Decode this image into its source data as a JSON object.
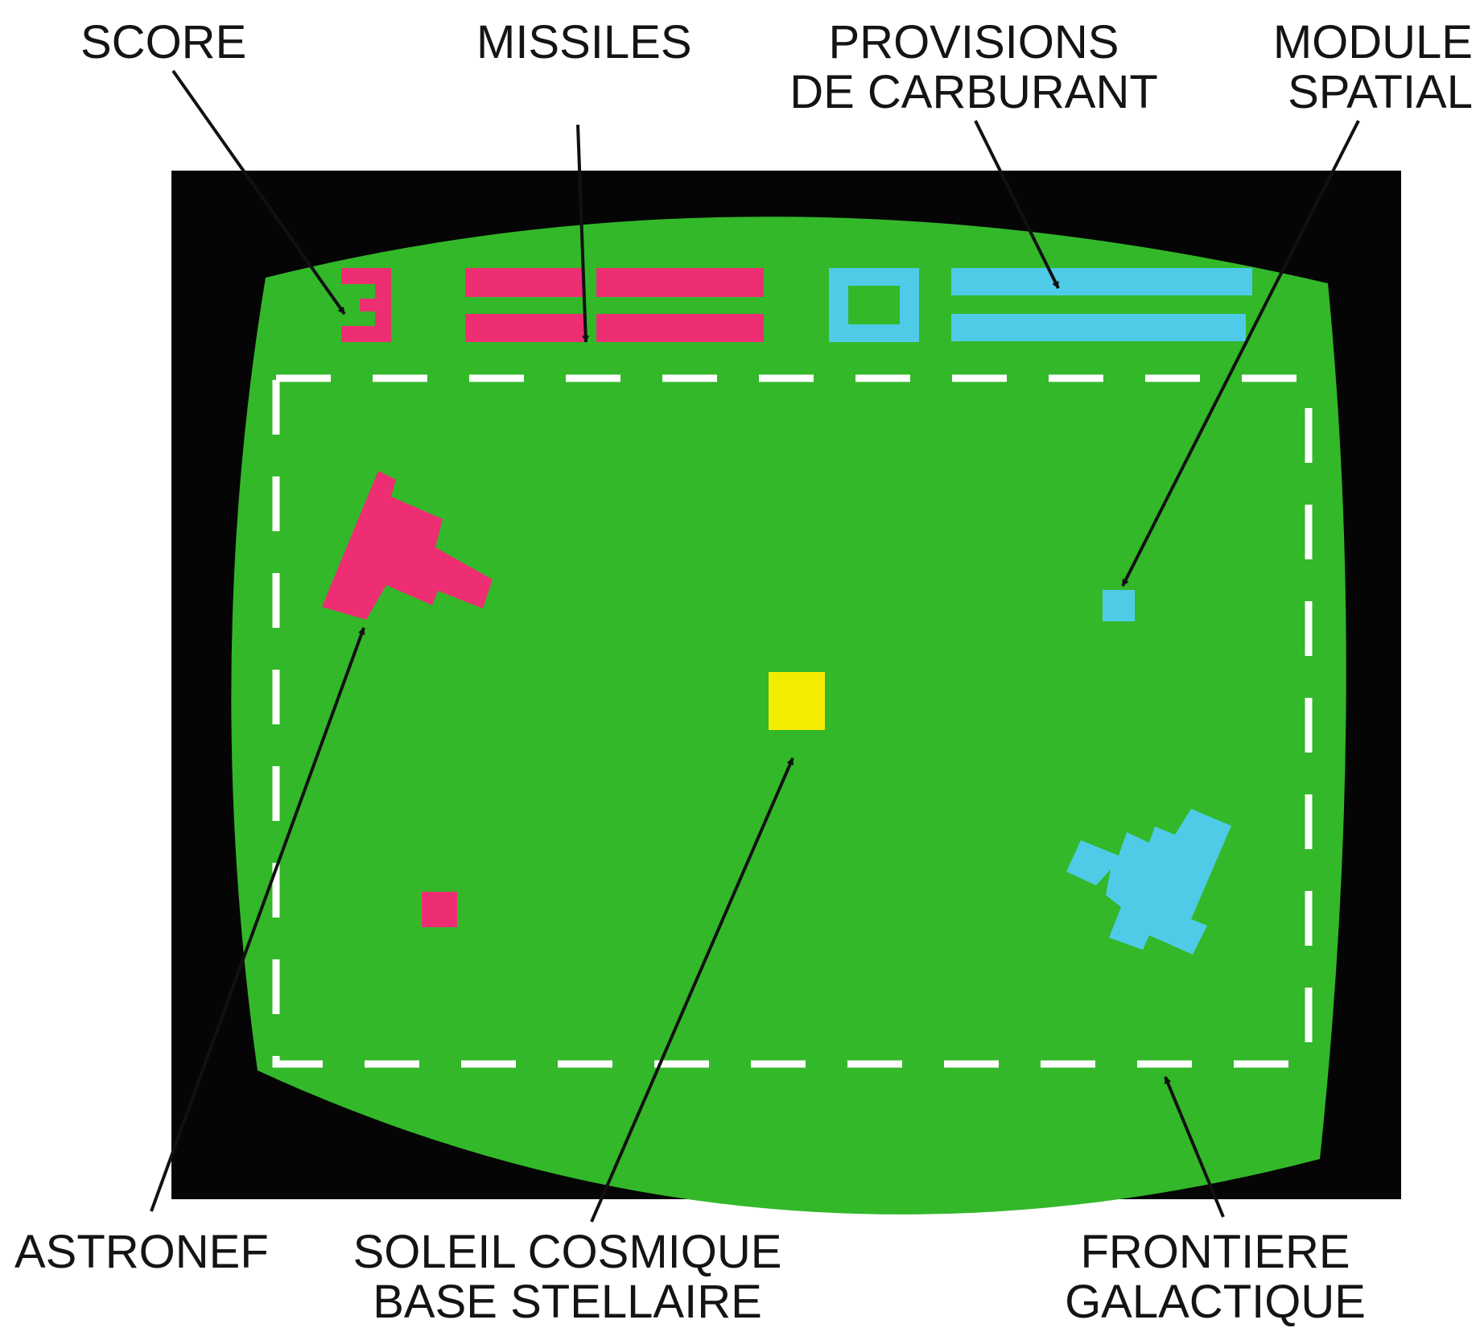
{
  "labels": {
    "score": "SCORE",
    "missiles": "MISSILES",
    "fuel": [
      "PROVISIONS",
      "DE CARBURANT"
    ],
    "module": [
      "MODULE",
      "SPATIAL"
    ],
    "astronef": "ASTRONEF",
    "soleil": [
      "SOLEIL COSMIQUE",
      "BASE STELLAIRE"
    ],
    "frontiere": [
      "FRONTIERE",
      "GALACTIQUE"
    ]
  },
  "hud": {
    "player1_score": "3",
    "player2_score": "0"
  },
  "colors": {
    "bezel": "#050505",
    "screen": "#33b82a",
    "player1": "#ee2e73",
    "player2": "#4fcbe8",
    "sun": "#f4ec00",
    "frontier": "#ffffff",
    "arrow": "#111111"
  }
}
